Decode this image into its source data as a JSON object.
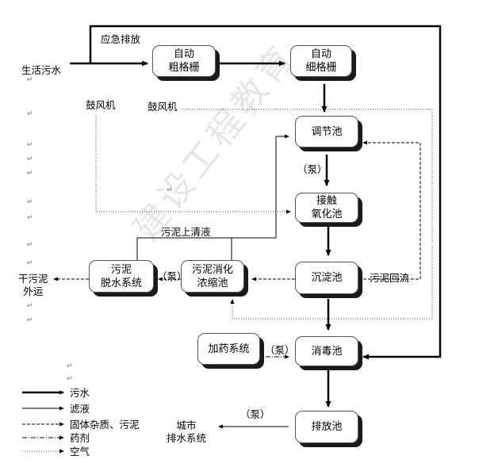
{
  "boxes": {
    "coarse_screen": "自动\n粗格栅",
    "fine_screen": "自动\n细格栅",
    "regulating_tank": "调节池",
    "contact_oxidation_tank": "接触\n氧化池",
    "sedimentation_tank": "沉淀池",
    "sludge_digestion_tank": "污泥消化\n浓缩池",
    "sludge_dewatering": "污泥\n脱水系统",
    "dosing_system": "加药系统",
    "disinfection_tank": "消毒池",
    "discharge_tank": "排放池"
  },
  "labels": {
    "domestic_sewage": "生活污水",
    "emergency_discharge": "应急排放",
    "blower_1": "鼓风机",
    "blower_2": "鼓风机",
    "pump_1": "（泵）",
    "pump_2": "（泵）",
    "pump_3": "（泵）",
    "pump_4": "（泵）",
    "sludge_supernatant": "污泥上清液",
    "sludge_return": "污泥回流",
    "dry_sludge": "干污泥\n外运",
    "city_drainage": "城市\n排水系统"
  },
  "legend": {
    "sewage": "污水",
    "filtrate": "滤液",
    "solids_sludge": "固体杂质、污泥",
    "chemicals": "药剂",
    "air": "空气"
  },
  "watermark": "建设工程教育"
}
